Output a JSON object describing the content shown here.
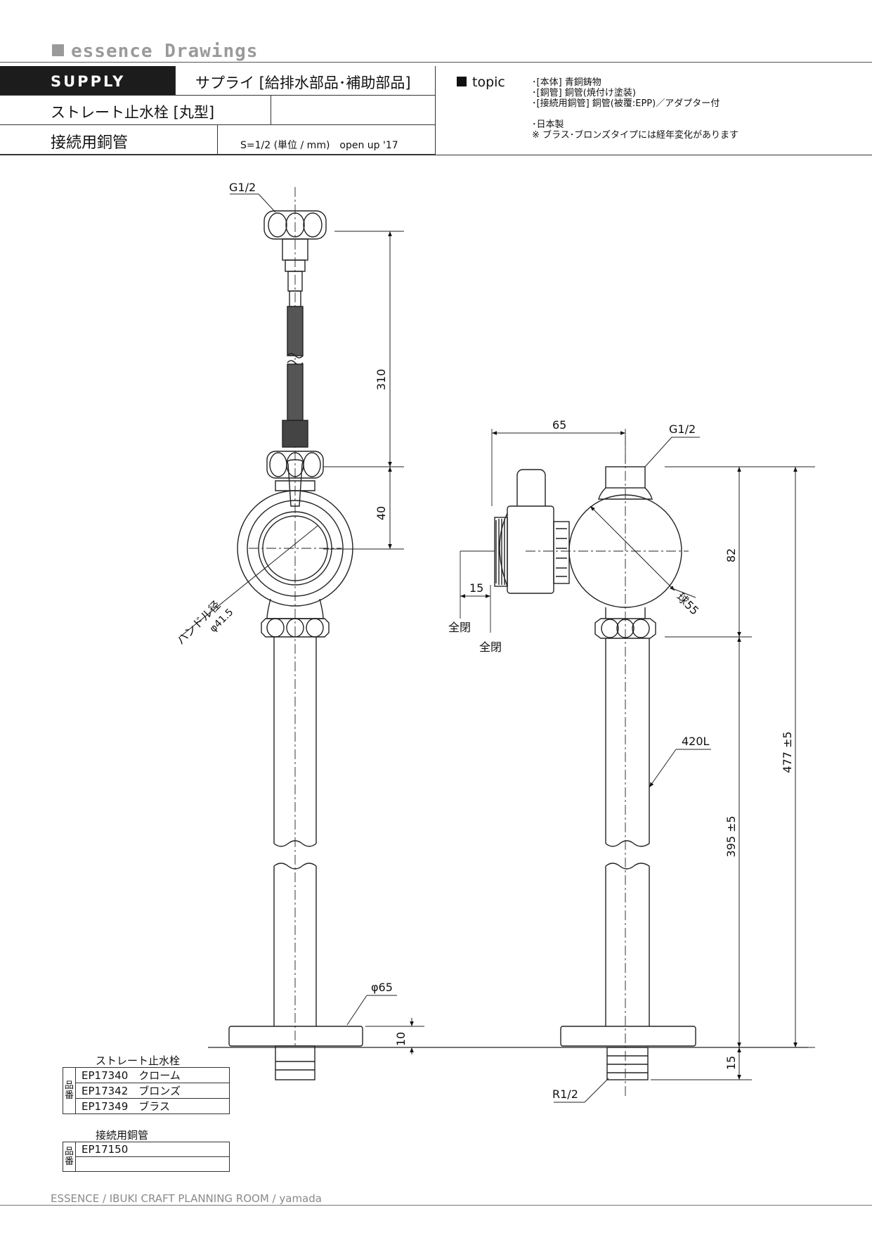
{
  "brand": "essence Drawings",
  "header": {
    "category": "SUPPLY",
    "category_jp": "サプライ [給排水部品･補助部品]",
    "product_name": "ストレート止水栓 [丸型]",
    "sub_name": "接続用銅管",
    "scale": "S=1/2 (単位 / mm)　open up '17"
  },
  "topic": {
    "label": "topic",
    "lines": [
      "･[本体] 青銅鋳物",
      "･[銅管] 銅管(焼付け塗装)",
      "･[接続用銅管] 銅管(被覆:EPP)／アダプター付",
      "",
      "･日本製",
      "※ ブラス･ブロンズタイプには経年変化があります"
    ]
  },
  "drawing": {
    "labels": {
      "g12_left": "G1/2",
      "d310": "310",
      "d40": "40",
      "handle_dia": "ハンドル径",
      "handle_dia_value": "φ41.5",
      "phi65": "φ65",
      "d10": "10",
      "d65": "65",
      "g12_right": "G1/2",
      "d82": "82",
      "sphere": "球55",
      "d15_left": "15",
      "zenhei1": "全閉",
      "zenhei2": "全閉",
      "pipe420": "420L",
      "d477": "477 ±5",
      "d395": "395 ±5",
      "d15_bottom": "15",
      "r12": "R1/2"
    }
  },
  "parts": {
    "valve_title": "ストレート止水栓",
    "valve_side_label": "品番",
    "valve_rows": [
      "EP17340　クローム",
      "EP17342　ブロンズ",
      "EP17349　ブラス"
    ],
    "pipe_title": "接続用銅管",
    "pipe_side_label": "品番",
    "pipe_rows": [
      "EP17150",
      ""
    ]
  },
  "footer": "ESSENCE / IBUKI CRAFT  PLANNING ROOM / yamada"
}
